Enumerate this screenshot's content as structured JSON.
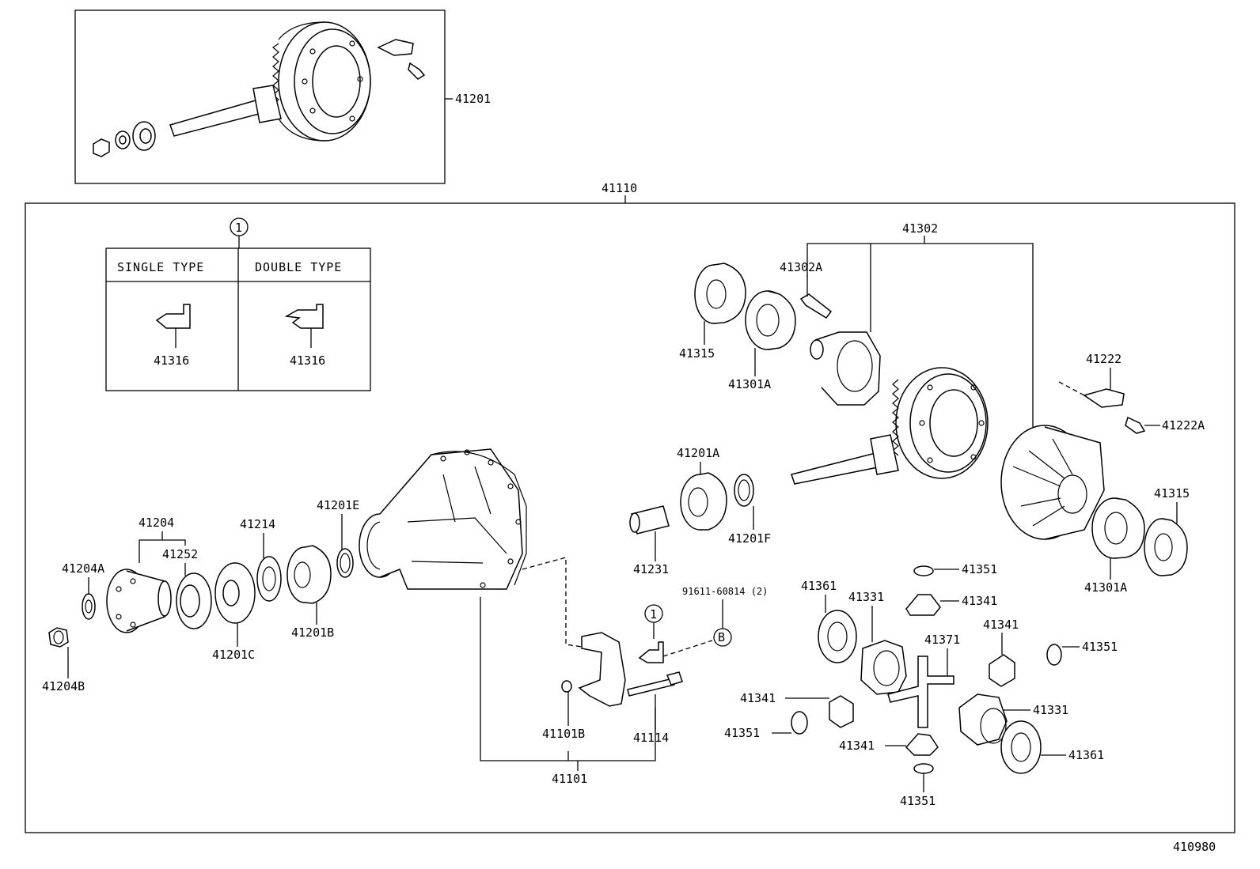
{
  "diagram_id": "410980",
  "assemblies": {
    "ring_pinion_set": "41201",
    "carrier_assembly": "41110",
    "case_assembly": "41302",
    "carrier_sub": "41101"
  },
  "legend": {
    "marker": "1",
    "single_type_label": "SINGLE TYPE",
    "double_type_label": "DOUBLE TYPE",
    "single_part": "41316",
    "double_part": "41316"
  },
  "ref_b": "B",
  "callout_1": "1",
  "labels": {
    "p41204": "41204",
    "p41204A": "41204A",
    "p41252": "41252",
    "p41214": "41214",
    "p41201E": "41201E",
    "p41204B": "41204B",
    "p41201C": "41201C",
    "p41201B": "41201B",
    "p41201A": "41201A",
    "p41231": "41231",
    "p41201F": "41201F",
    "p91611": "91611-60814 (2)",
    "p41101B": "41101B",
    "p41114": "41114",
    "p41315a": "41315",
    "p41301Aa": "41301A",
    "p41302A": "41302A",
    "p41222": "41222",
    "p41222A": "41222A",
    "p41315b": "41315",
    "p41301Ab": "41301A",
    "p41351a": "41351",
    "p41341a": "41341",
    "p41361a": "41361",
    "p41331a": "41331",
    "p41371": "41371",
    "p41341b": "41341",
    "p41351b": "41351",
    "p41341c": "41341",
    "p41351c": "41351",
    "p41331b": "41331",
    "p41341d": "41341",
    "p41361b": "41361",
    "p41351d": "41351"
  }
}
